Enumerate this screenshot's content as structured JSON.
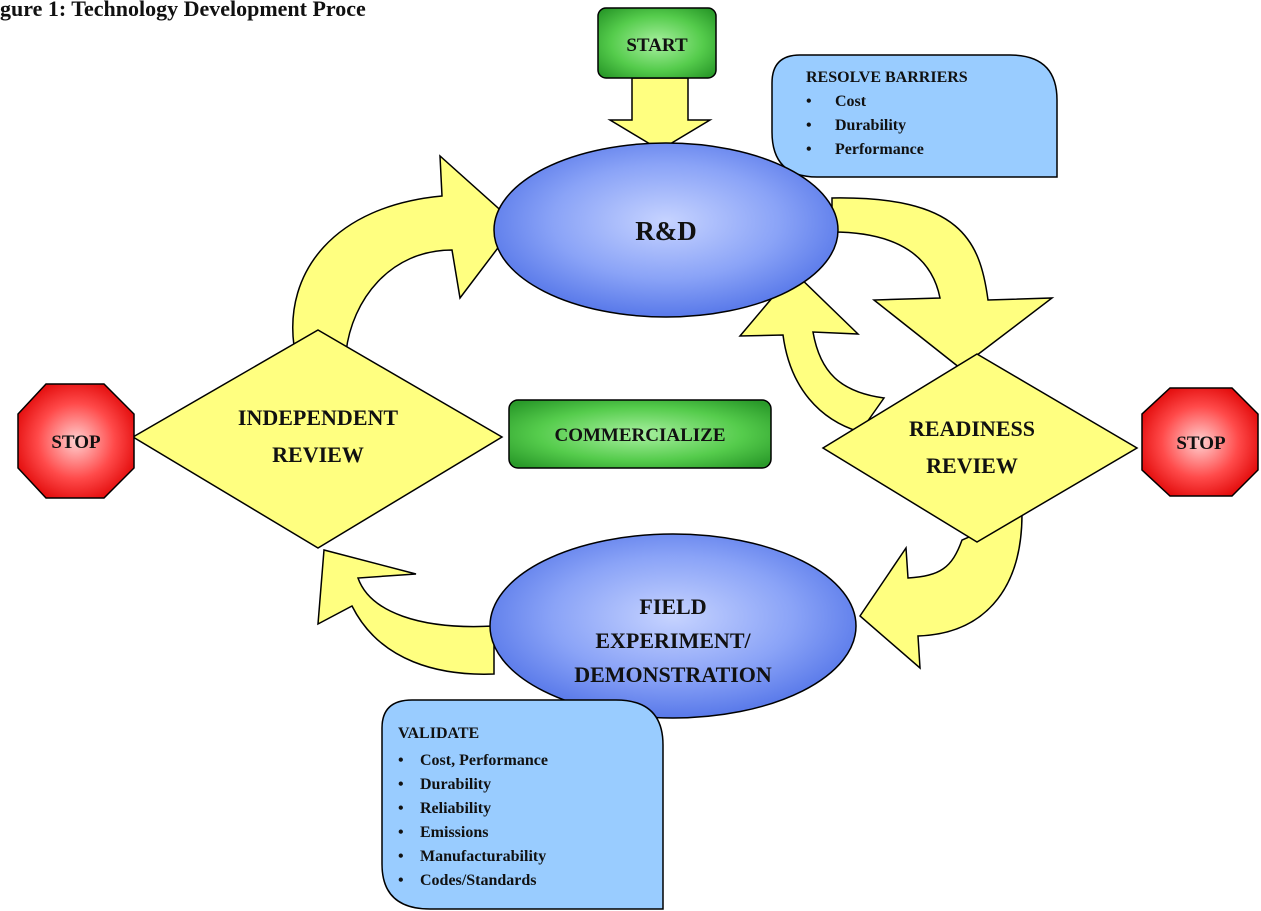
{
  "heading_partial": "gure 1: Technology Development Proce",
  "nodes": {
    "start": "START",
    "rd": "R&D",
    "readiness_review": [
      "READINESS",
      "REVIEW"
    ],
    "independent_review": [
      "INDEPENDENT",
      "REVIEW"
    ],
    "field": [
      "FIELD",
      "EXPERIMENT/",
      "DEMONSTRATION"
    ],
    "commercialize": "COMMERCIALIZE",
    "stop_left": "STOP",
    "stop_right": "STOP"
  },
  "resolve_box": {
    "title": "RESOLVE BARRIERS",
    "items": [
      "Cost",
      "Durability",
      "Performance"
    ]
  },
  "validate_box": {
    "title": "VALIDATE",
    "items": [
      "Cost, Performance",
      "Durability",
      "Reliability",
      "Emissions",
      "Manufacturability",
      "Codes/Standards"
    ]
  },
  "bullet": "•",
  "colors": {
    "arrow_fill": "#ffff80",
    "ellipse_fill": "#6f8ff5",
    "box_green": "#44bb44",
    "box_blue": "#99ccff",
    "stop_red": "#ee1111"
  }
}
